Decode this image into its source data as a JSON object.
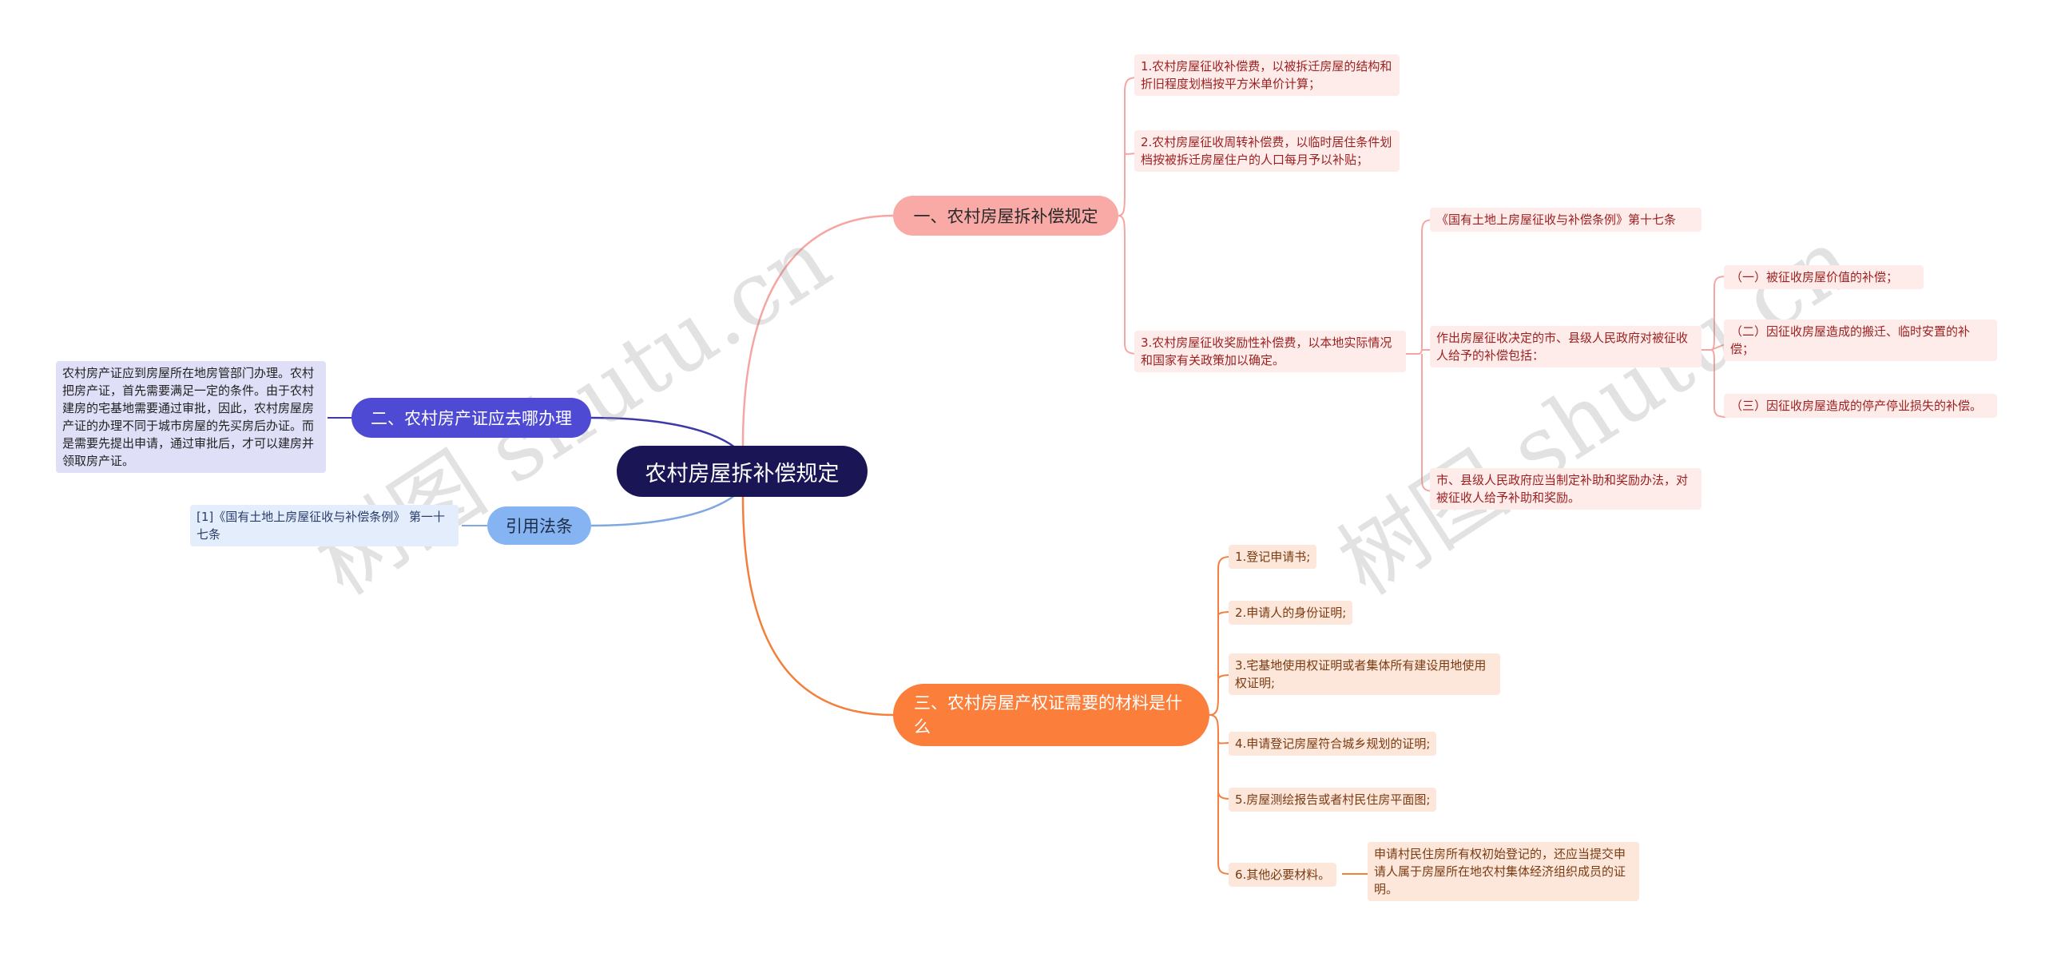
{
  "root": "农村房屋拆补偿规定",
  "branches": {
    "b1": {
      "label": "一、农村房屋拆补偿规定",
      "items": [
        "1.农村房屋征收补偿费，以被拆迁房屋的结构和折旧程度划档按平方米单价计算；",
        "2.农村房屋征收周转补偿费，以临时居住条件划档按被拆迁房屋住户的人口每月予以补贴；",
        "3.农村房屋征收奖励性补偿费，以本地实际情况和国家有关政策加以确定。"
      ],
      "sub": {
        "law": "《国有土地上房屋征收与补偿条例》第十七条",
        "decision": "作出房屋征收决定的市、县级人民政府对被征收人给予的补偿包括：",
        "points": [
          "（一）被征收房屋价值的补偿；",
          "（二）因征收房屋造成的搬迁、临时安置的补偿；",
          "（三）因征收房屋造成的停产停业损失的补偿。"
        ],
        "reward": "市、县级人民政府应当制定补助和奖励办法，对被征收人给予补助和奖励。"
      }
    },
    "b2": {
      "label": "二、农村房产证应去哪办理",
      "note": "农村房产证应到房屋所在地房管部门办理。农村把房产证，首先需要满足一定的条件。由于农村建房的宅基地需要通过审批，因此，农村房屋房产证的办理不同于城市房屋的先买房后办证。而是需要先提出申请，通过审批后，才可以建房并领取房产证。"
    },
    "b3": {
      "label": "三、农村房屋产权证需要的材料是什么",
      "items": [
        "1.登记申请书;",
        "2.申请人的身份证明;",
        "3.宅基地使用权证明或者集体所有建设用地使用权证明;",
        "4.申请登记房屋符合城乡规划的证明;",
        "5.房屋测绘报告或者村民住房平面图;",
        "6.其他必要材料。"
      ],
      "extra": "申请村民住房所有权初始登记的，还应当提交申请人属于房屋所在地农村集体经济组织成员的证明。"
    },
    "b4": {
      "label": "引用法条",
      "ref": "[1]《国有土地上房屋征收与补偿条例》 第一十七条"
    }
  },
  "watermark": "树图 shutu.cn",
  "colors": {
    "root": "#1a1656",
    "b1": "#f9a9a6",
    "b2": "#4f4ad4",
    "b3": "#fb7f3b",
    "b4": "#86b3f1"
  }
}
